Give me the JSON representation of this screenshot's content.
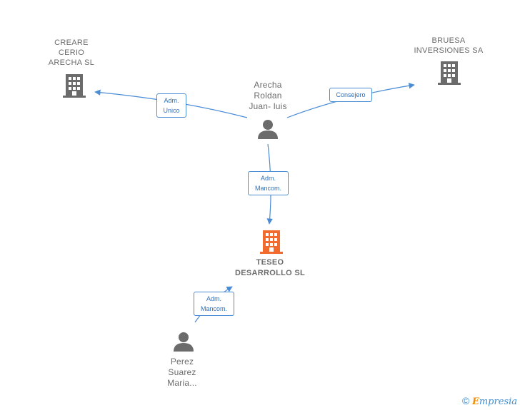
{
  "nodes": {
    "creare": {
      "label": "CREARE\nCERIO\nARECHA SL",
      "kind": "company",
      "color": "#6b6b6b"
    },
    "bruesa": {
      "label": "BRUESA\nINVERSIONES SA",
      "kind": "company",
      "color": "#6b6b6b"
    },
    "teseo": {
      "label": "TESEO\nDESARROLLO SL",
      "kind": "company-main",
      "color": "#f26a2e"
    },
    "arecha": {
      "label": "Arecha\nRoldan\nJuan- luis",
      "kind": "person",
      "color": "#6b6b6b"
    },
    "perez": {
      "label": "Perez\nSuarez\nMaria...",
      "kind": "person",
      "color": "#6b6b6b"
    }
  },
  "edges": {
    "arecha_creare": {
      "label": "Adm.\nUnico"
    },
    "arecha_bruesa": {
      "label": "Consejero"
    },
    "arecha_teseo": {
      "label": "Adm.\nMancom."
    },
    "perez_teseo": {
      "label": "Adm.\nMancom."
    }
  },
  "colors": {
    "edge": "#4a8cd6",
    "company": "#6b6b6b",
    "main_company": "#f26a2e",
    "person": "#6b6b6b"
  },
  "footer": {
    "copyright": "©",
    "brand_initial": "E",
    "brand_rest": "mpresia"
  }
}
